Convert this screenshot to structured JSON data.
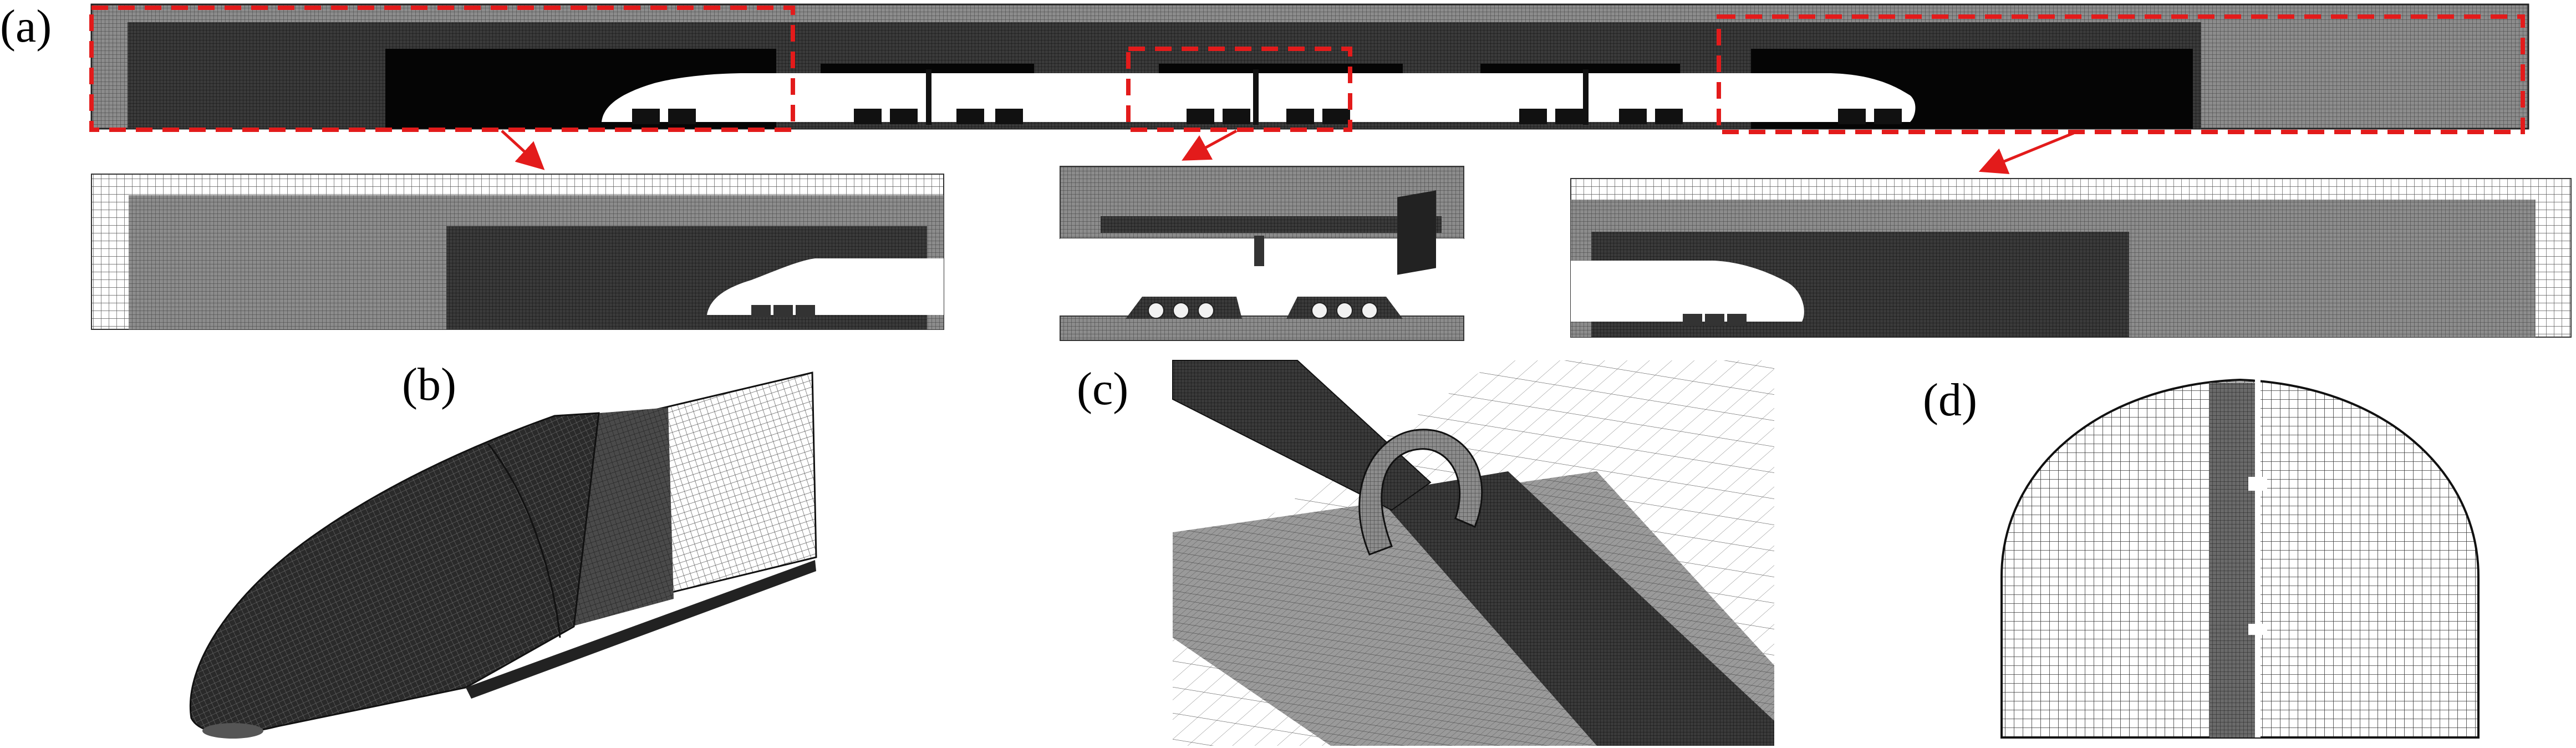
{
  "panels": {
    "a": {
      "label": "(a)"
    },
    "b": {
      "label": "(b)"
    },
    "c": {
      "label": "(c)"
    },
    "d": {
      "label": "(d)"
    }
  },
  "colors": {
    "mesh_dark": "#1c1c1c",
    "mesh_mid": "#4a4a4a",
    "mesh_light": "#8a8a8a",
    "highlight": "#e31b1b",
    "background": "#ffffff"
  }
}
